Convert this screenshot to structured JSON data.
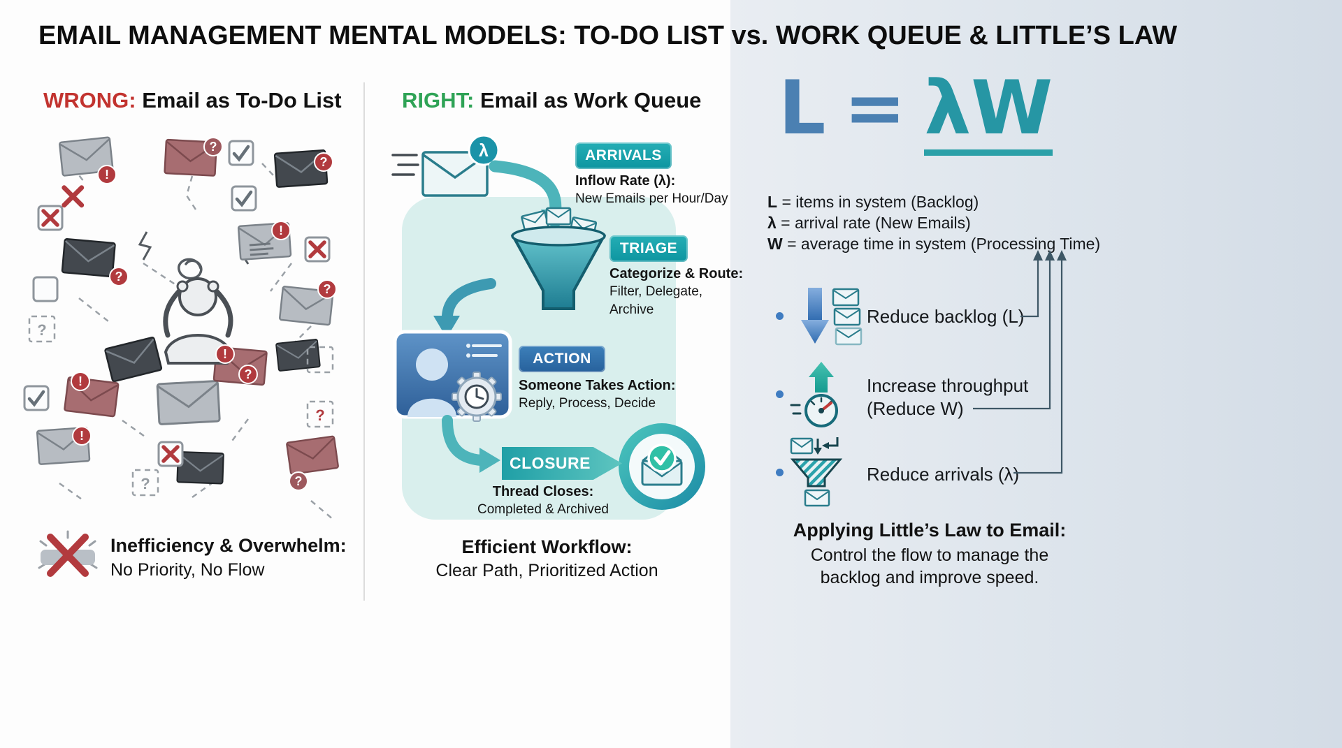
{
  "title": "EMAIL MANAGEMENT MENTAL MODELS: TO-DO LIST vs. WORK QUEUE & LITTLE’S LAW",
  "icons": {
    "exclaim": "!",
    "question": "?",
    "lambda": "λ"
  },
  "wrong_panel": {
    "label": "WRONG:",
    "heading": "Email as To-Do List",
    "footer_bold": "Inefficiency & Overwhelm:",
    "footer_text": "No Priority, No Flow"
  },
  "queue_panel": {
    "label": "RIGHT:",
    "heading": "Email as Work Queue",
    "stages": [
      {
        "badge": "ARRIVALS",
        "bold": "Inflow Rate (λ):",
        "line1": "New Emails per Hour/Day",
        "line2": ""
      },
      {
        "badge": "TRIAGE",
        "bold": "Categorize & Route:",
        "line1": "Filter, Delegate,",
        "line2": "Archive"
      },
      {
        "badge": "ACTION",
        "bold": "Someone Takes Action:",
        "line1": "Reply, Process, Decide",
        "line2": ""
      },
      {
        "badge": "CLOSURE",
        "bold": "Thread Closes:",
        "line1": "Completed & Archived",
        "line2": ""
      }
    ],
    "footer_bold": "Efficient Workflow:",
    "footer_text": "Clear Path, Prioritized Action"
  },
  "law_panel": {
    "formula": {
      "L": "L",
      "eq": "=",
      "lW": "λW"
    },
    "definitions": [
      {
        "term": "L",
        "rest": " = items in system (Backlog)"
      },
      {
        "term": "λ",
        "rest": " = arrival rate (New Emails)"
      },
      {
        "term": "W",
        "rest": " = average time in system (Processing Time)"
      }
    ],
    "levers": [
      {
        "line1": "Reduce backlog (L)",
        "line2": ""
      },
      {
        "line1": "Increase throughput",
        "line2": "(Reduce W)"
      },
      {
        "line1": "Reduce arrivals (λ)",
        "line2": ""
      }
    ],
    "footer_bold": "Applying Little’s Law to Email:",
    "footer_line1": "Control the flow to manage the",
    "footer_line2": "backlog and improve speed."
  },
  "colors": {
    "wrong_red": "#c2332f",
    "right_green": "#2fa356",
    "teal_badge": "#0d95a0",
    "blue_badge": "#2e6da4",
    "formula_blue": "#4b80b2",
    "formula_teal": "#2696a4",
    "right_panel_bg": "#dfe6ed"
  }
}
